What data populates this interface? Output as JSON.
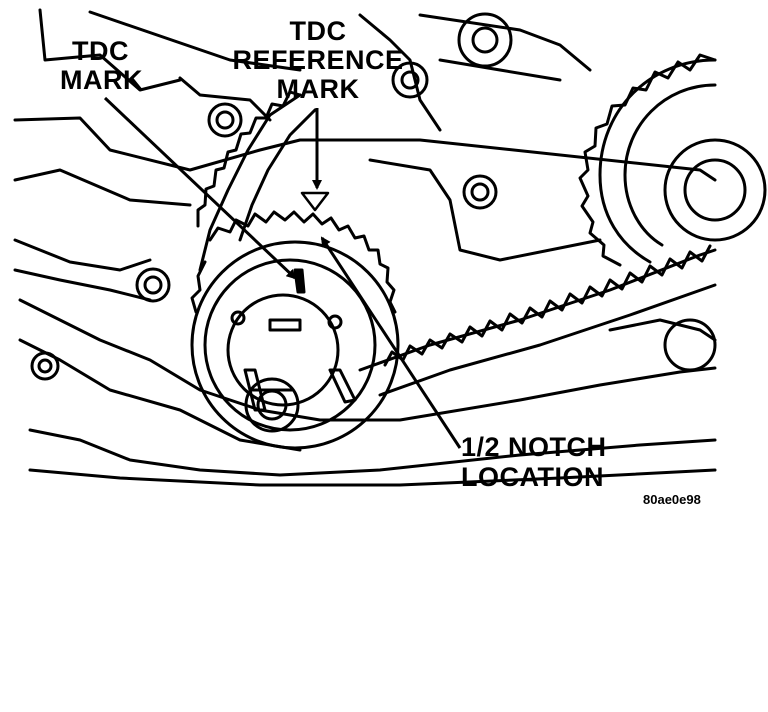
{
  "labels": {
    "tdc_mark": [
      "TDC",
      "MARK"
    ],
    "tdc_reference_mark": [
      "TDC",
      "REFERENCE",
      "MARK"
    ],
    "half_notch": [
      "1/2 NOTCH",
      "LOCATION"
    ],
    "figure_id": "80ae0e98"
  },
  "colors": {
    "ink": "#000000",
    "paper": "#ffffff"
  }
}
